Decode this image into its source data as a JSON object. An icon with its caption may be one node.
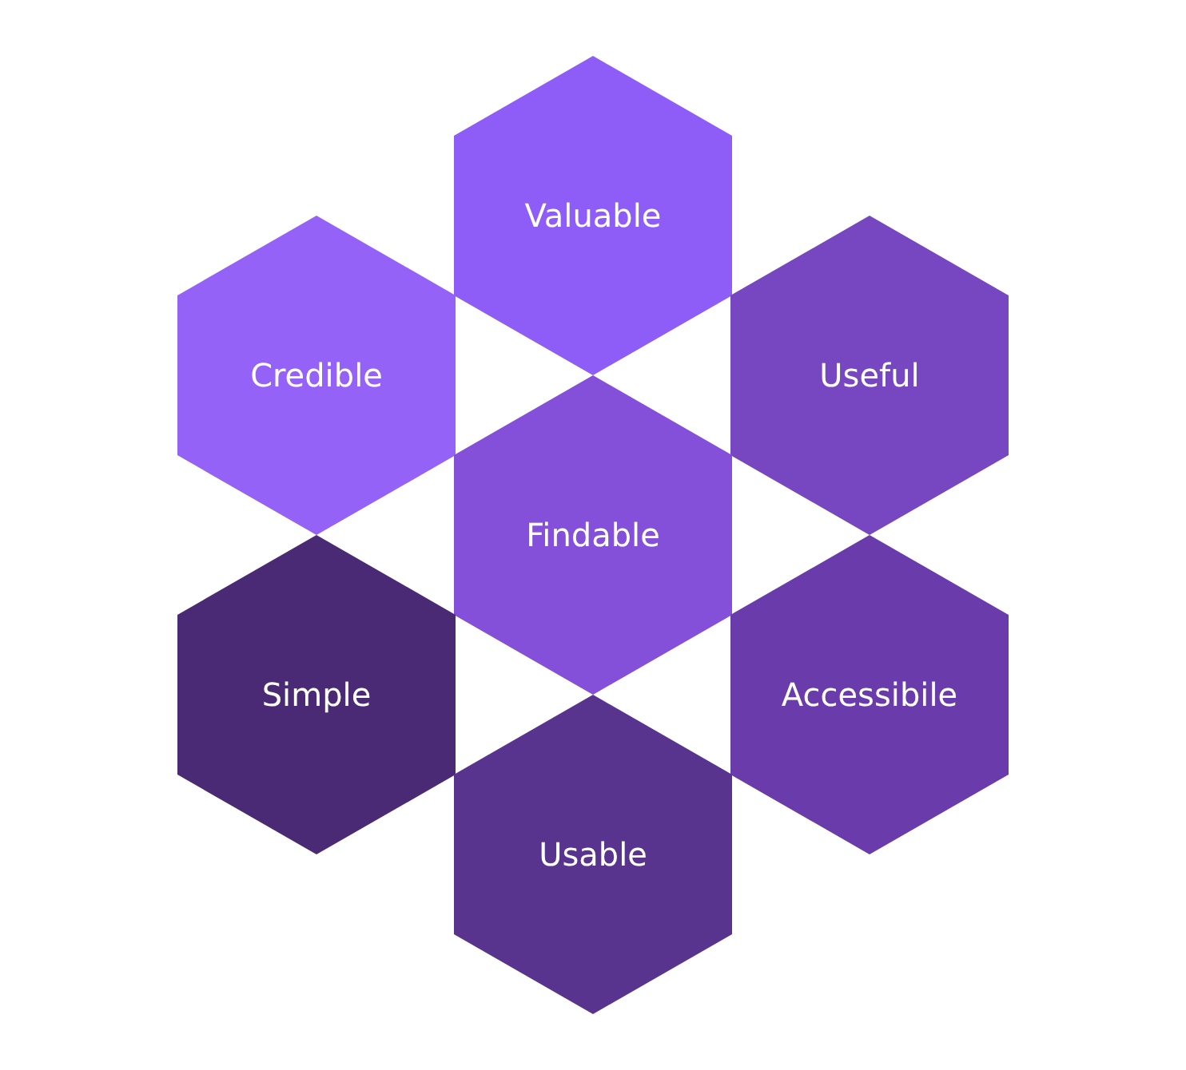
{
  "diagram": {
    "nodes": [
      {
        "text": [
          "Valuable"
        ]
      },
      {
        "text": [
          "Credible"
        ]
      },
      {
        "text": [
          "Useful"
        ]
      },
      {
        "text": [
          "Findable"
        ]
      },
      {
        "text": [
          "Simple"
        ]
      },
      {
        "text": [
          "Accessibile"
        ]
      },
      {
        "text": [
          "Usable"
        ]
      }
    ]
  }
}
